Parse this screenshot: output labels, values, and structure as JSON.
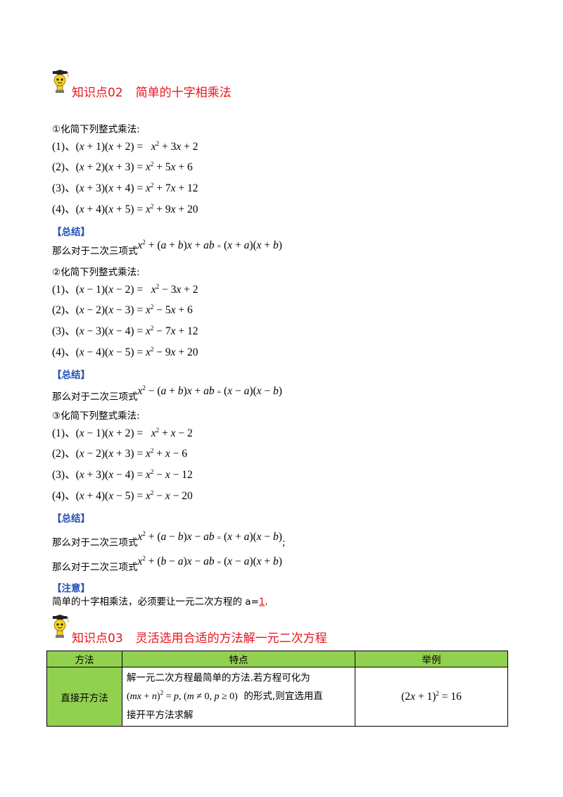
{
  "section02": {
    "title_num": "知识点02",
    "title_text": "简单的十字相乘法"
  },
  "group1": {
    "intro": "①化简下列整式乘法:",
    "rows": [
      {
        "label": "(1)",
        "lhs_a": "1",
        "lhs_sign2": "+",
        "lhs_b": "2",
        "rhs": "x² + 3x + 2"
      },
      {
        "label": "(2)",
        "lhs": "(x + 2)(x + 3)",
        "rhs": "x² + 5x + 6"
      },
      {
        "label": "(3)",
        "lhs": "(x + 3)(x + 4)",
        "rhs": "x² + 7x + 12"
      },
      {
        "label": "(4)",
        "lhs": "(x + 4)(x + 5)",
        "rhs": "x² + 9x + 20"
      }
    ],
    "summary_tag": "【总结】",
    "summary_text": "那么对于二次三项式"
  },
  "group2": {
    "intro": "②化简下列整式乘法:",
    "rows": [
      {
        "label": "(1)",
        "lhs": "(x − 1)(x − 2)",
        "rhs": "x² − 3x + 2"
      },
      {
        "label": "(2)",
        "lhs": "(x − 2)(x − 3)",
        "rhs": "x² − 5x + 6"
      },
      {
        "label": "(3)",
        "lhs": "(x − 3)(x − 4)",
        "rhs": "x² − 7x + 12"
      },
      {
        "label": "(4)",
        "lhs": "(x − 4)(x − 5)",
        "rhs": "x² − 9x + 20"
      }
    ],
    "summary_tag": "【总结】",
    "summary_text": "那么对于二次三项式"
  },
  "group3": {
    "intro": "③化简下列整式乘法:",
    "rows": [
      {
        "label": "(1)",
        "lhs": "(x − 1)(x + 2)",
        "rhs": "x² + x − 2"
      },
      {
        "label": "(2)",
        "lhs": "(x − 2)(x + 3)",
        "rhs": "x² + x − 6"
      },
      {
        "label": "(3)",
        "lhs": "(x + 3)(x − 4)",
        "rhs": "x² − x − 12"
      },
      {
        "label": "(4)",
        "lhs": "(x + 4)(x − 5)",
        "rhs": "x² − x − 20"
      }
    ],
    "summary_tag": "【总结】",
    "summary_text_1": "那么对于二次三项式",
    "summary_text_2": "那么对于二次三项式",
    "semicolon": ";"
  },
  "note": {
    "tag": "【注意】",
    "text": "简单的十字相乘法，必须要让一元二次方程的 a=",
    "value": "1",
    "end": "."
  },
  "section03": {
    "title_num": "知识点03",
    "title_text": "灵活选用合适的方法解一元二次方程"
  },
  "table": {
    "headers": [
      "方法",
      "特点",
      "举例"
    ],
    "rows": [
      {
        "method": "直接开方法",
        "feature_1": "解一元二次方程最简单的方法.若方程可化为",
        "feature_2": "的形式,则宜选用直",
        "feature_3": "接开平方法求解",
        "example": "(2x + 1)² = 16"
      }
    ]
  },
  "icons": {
    "mascot": "graduate-lightbulb-icon"
  }
}
